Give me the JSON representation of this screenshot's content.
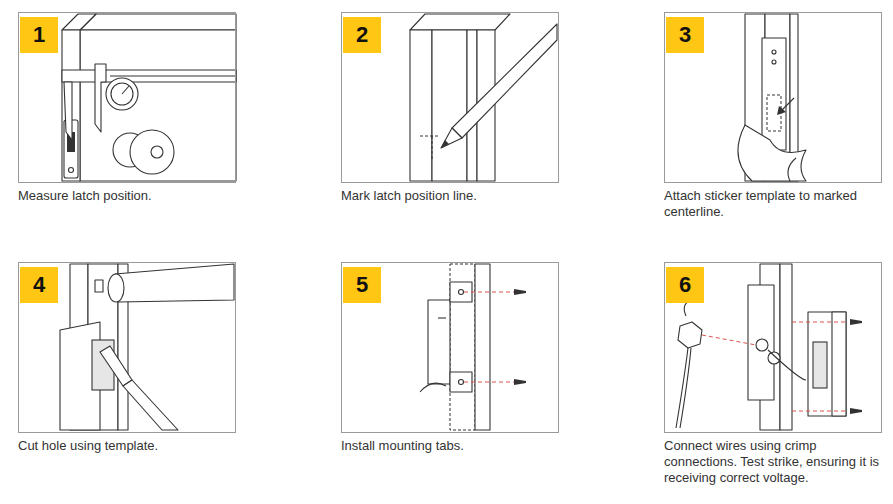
{
  "diagram": {
    "nodes": [
      {
        "text": [
          "Measure latch position."
        ]
      },
      {
        "text": [
          "1"
        ],
        "in": 0
      },
      {
        "text": [
          "Mark latch position line."
        ]
      },
      {
        "text": [
          "2"
        ],
        "in": 2
      },
      {
        "text": [
          "Attach sticker template to marked centerline."
        ]
      },
      {
        "text": [
          "3"
        ],
        "in": 4
      },
      {
        "text": [
          "Cut hole using template."
        ]
      },
      {
        "text": [
          "4"
        ],
        "in": 6
      },
      {
        "text": [
          "Install mounting tabs."
        ]
      },
      {
        "text": [
          "5"
        ],
        "in": 8
      },
      {
        "text": [
          "Connect wires using crimp connections. Test strike, ensuring it is receiving correct voltage."
        ]
      },
      {
        "text": [
          "6"
        ],
        "in": 10
      }
    ]
  }
}
